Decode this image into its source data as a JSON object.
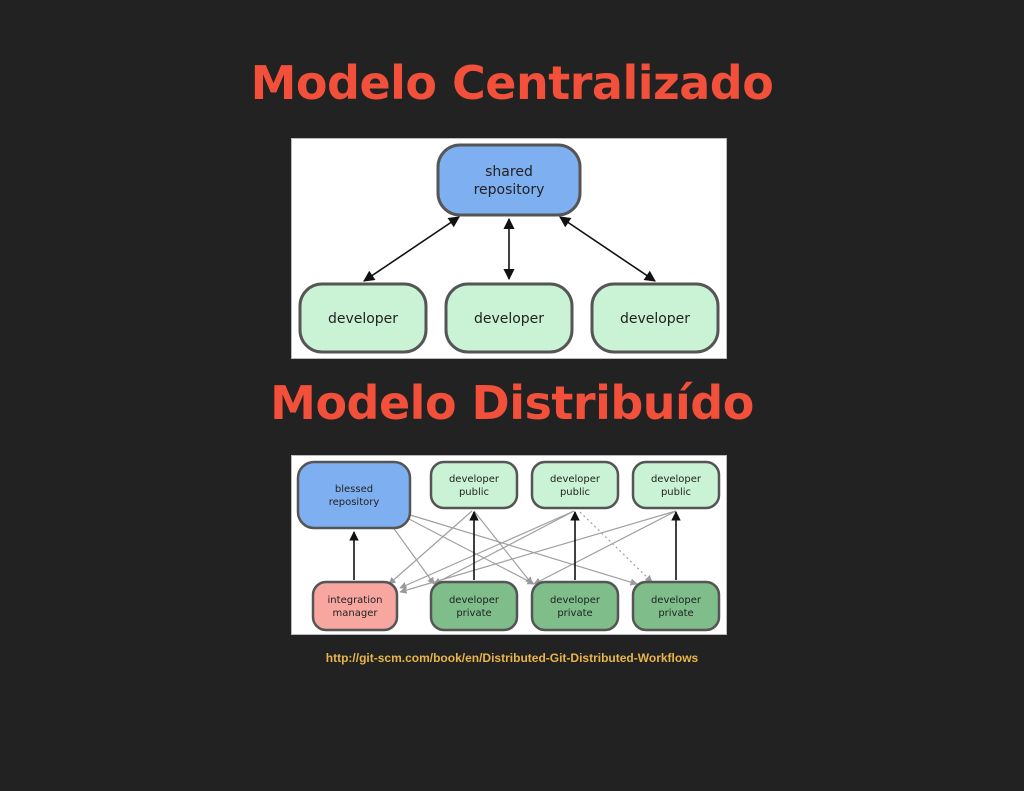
{
  "slide": {
    "title_centralized": "Modelo Centralizado",
    "title_distributed": "Modelo Distribuído",
    "source_url": "http://git-scm.com/book/en/Distributed-Git-Distributed-Workflows"
  },
  "centralized_diagram": {
    "shared": [
      "shared",
      "repository"
    ],
    "developers": [
      "developer",
      "developer",
      "developer"
    ]
  },
  "distributed_diagram": {
    "blessed": [
      "blessed",
      "repository"
    ],
    "public": [
      [
        "developer",
        "public"
      ],
      [
        "developer",
        "public"
      ],
      [
        "developer",
        "public"
      ]
    ],
    "integration": [
      "integration",
      "manager"
    ],
    "private": [
      [
        "developer",
        "private"
      ],
      [
        "developer",
        "private"
      ],
      [
        "developer",
        "private"
      ]
    ]
  },
  "colors": {
    "title": "#f2503b",
    "link": "#e8b54a",
    "repo_blue": "#7eaff0",
    "dev_light_green": "#c9f3d4",
    "dev_dark_green": "#7fbd8b",
    "integration_red": "#f7a6a0"
  }
}
